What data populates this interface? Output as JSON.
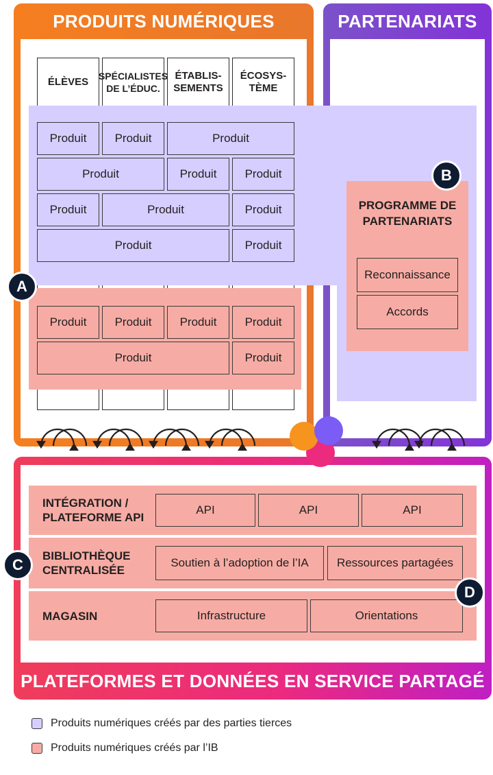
{
  "titles": {
    "digital_products": "PRODUITS NUMÉRIQUES",
    "partnerships": "PARTENARIATS",
    "shared_platforms": "PLATEFORMES ET DONNÉES EN SERVICE PARTAGÉ"
  },
  "columns": [
    "ÉLÈVES",
    "SPÉCIALISTES\nDE L’ÉDUC.",
    "ÉTABLIS-\nSEMENTS",
    "ÉCOSYS-\nTÈME"
  ],
  "third_party_products": [
    {
      "label": "Produit",
      "row": 0,
      "col": 0,
      "span": 1
    },
    {
      "label": "Produit",
      "row": 0,
      "col": 1,
      "span": 1
    },
    {
      "label": "Produit",
      "row": 0,
      "col": 2,
      "span": 2
    },
    {
      "label": "Produit",
      "row": 1,
      "col": 0,
      "span": 2
    },
    {
      "label": "Produit",
      "row": 1,
      "col": 2,
      "span": 1
    },
    {
      "label": "Produit",
      "row": 1,
      "col": 3,
      "span": 1
    },
    {
      "label": "Produit",
      "row": 2,
      "col": 0,
      "span": 1
    },
    {
      "label": "Produit",
      "row": 2,
      "col": 1,
      "span": 2
    },
    {
      "label": "Produit",
      "row": 2,
      "col": 3,
      "span": 1
    },
    {
      "label": "Produit",
      "row": 3,
      "col": 0,
      "span": 3
    },
    {
      "label": "Produit",
      "row": 3,
      "col": 3,
      "span": 1
    }
  ],
  "ib_products": [
    {
      "label": "Produit",
      "row": 0,
      "col": 0,
      "span": 1
    },
    {
      "label": "Produit",
      "row": 0,
      "col": 1,
      "span": 1
    },
    {
      "label": "Produit",
      "row": 0,
      "col": 2,
      "span": 1
    },
    {
      "label": "Produit",
      "row": 0,
      "col": 3,
      "span": 1
    },
    {
      "label": "Produit",
      "row": 1,
      "col": 0,
      "span": 3
    },
    {
      "label": "Produit",
      "row": 1,
      "col": 3,
      "span": 1
    }
  ],
  "partnership_program": {
    "title": "PROGRAMME DE\nPARTENARIATS",
    "items": [
      "Reconnaissance",
      "Accords"
    ]
  },
  "platform_rows": [
    {
      "label": "INTÉGRATION /\nPLATEFORME API",
      "items": [
        "API",
        "API",
        "API"
      ]
    },
    {
      "label": "BIBLIOTHÈQUE\nCENTRALISÉE",
      "items": [
        "Soutien à l’adoption de l’IA",
        "Ressources partagées"
      ]
    },
    {
      "label": "MAGASIN",
      "items": [
        "Infrastructure",
        "Orientations"
      ]
    }
  ],
  "badges": {
    "a": "A",
    "b": "B",
    "c": "C",
    "d": "D"
  },
  "legend": [
    {
      "text": "Produits numériques créés par des parties tierces",
      "color": "#d6ceff"
    },
    {
      "text": "Produits numériques créés par l’IB",
      "color": "#f6aca4"
    }
  ],
  "colors": {
    "orange": "#f57e20",
    "purple": "#8333d7",
    "magenta": "#ec2a7e",
    "third_party_fill": "#d6ceff",
    "ib_fill": "#f6aca4",
    "badge": "#0f1b31"
  }
}
